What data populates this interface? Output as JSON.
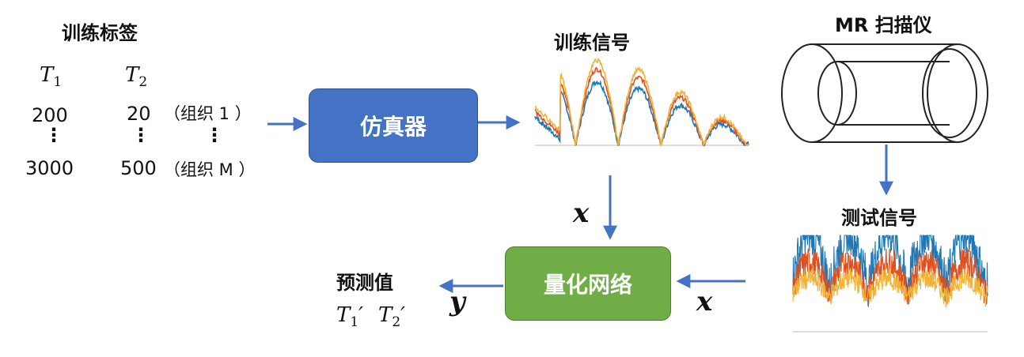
{
  "labels": {
    "train_labels": "训练标签",
    "train_signal": "训练信号",
    "scanner": "MR 扫描仪",
    "test_signal": "测试信号",
    "prediction": "预测值"
  },
  "params": {
    "t1": "T",
    "t1_sub": "1",
    "t2": "T",
    "t2_sub": "2",
    "t1_min": "200",
    "t1_max": "3000",
    "t2_min": "20",
    "t2_max": "500",
    "tissue_1": "（组织 1 ）",
    "tissue_m": "（组织 M ）",
    "dots": "⋮"
  },
  "boxes": {
    "simulator": "仿真器",
    "network": "量化网络"
  },
  "vars": {
    "x_down": "x",
    "x_left": "x",
    "y": "y"
  },
  "pred": {
    "t1p": "T",
    "t1p_sub": "1",
    "t1p_prime": "′",
    "t2p": "T",
    "t2p_sub": "2",
    "t2p_prime": "′"
  },
  "colors": {
    "blue_box": "#4472c4",
    "green_box": "#70ad47",
    "arrow": "#4472c4",
    "sig_blue": "#1f77b4",
    "sig_orange": "#e0501e",
    "sig_yellow": "#f2b233"
  }
}
